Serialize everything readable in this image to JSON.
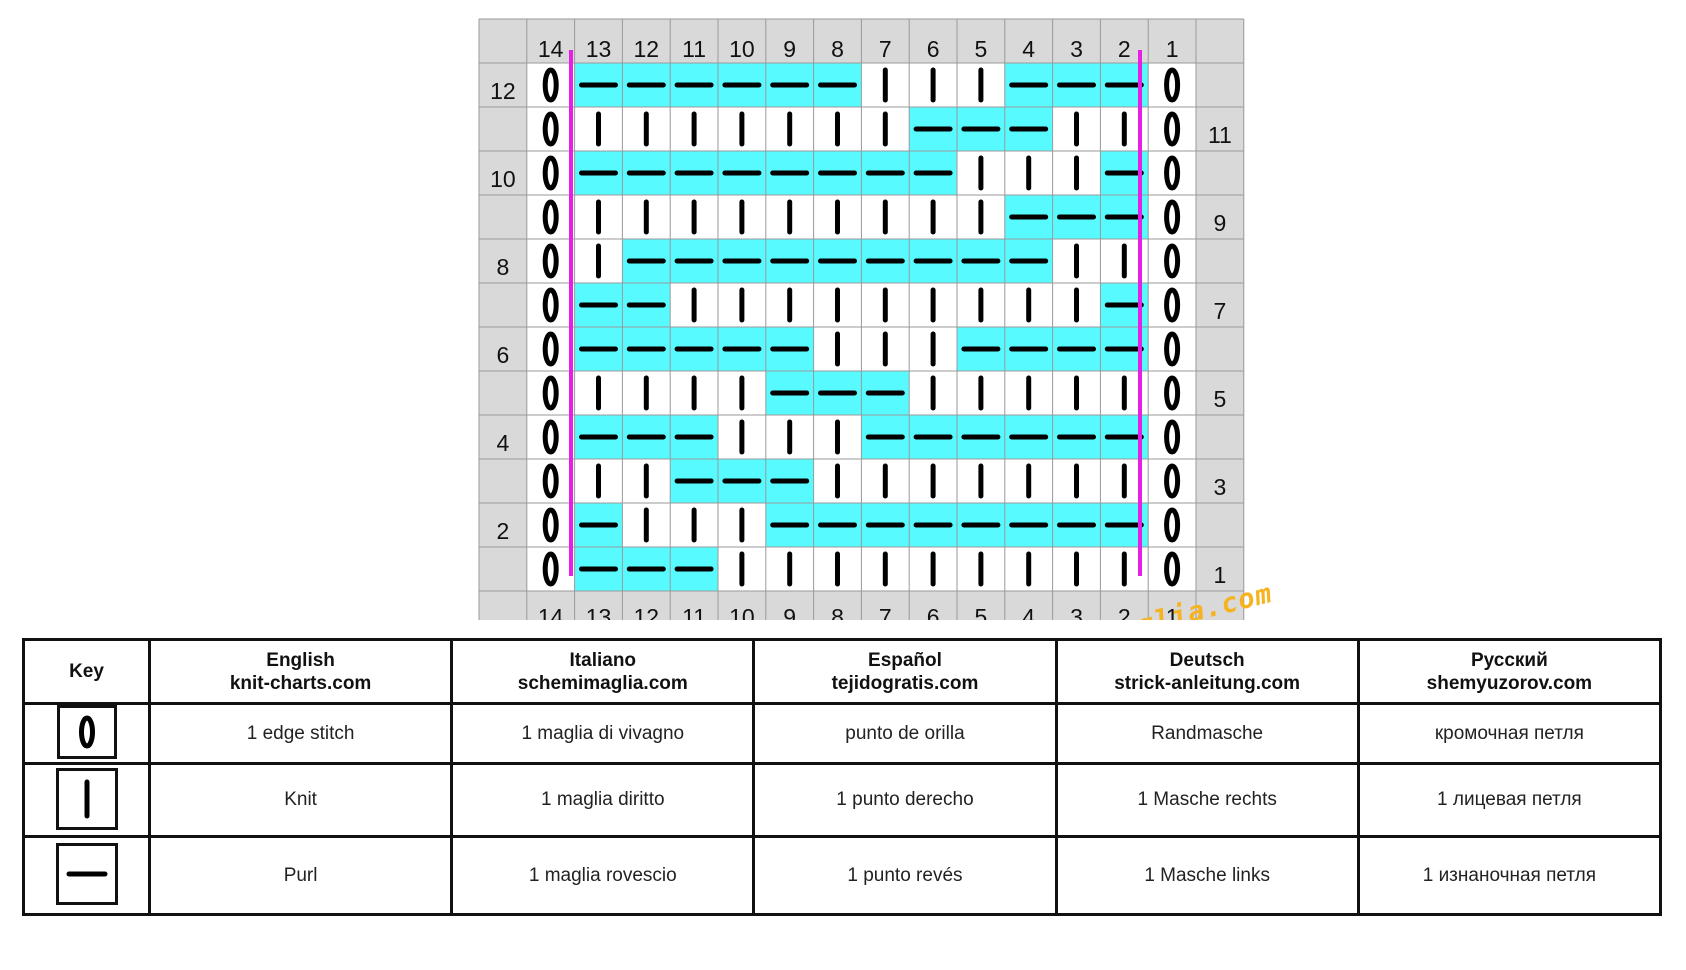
{
  "chart": {
    "col_numbers": [
      "14",
      "13",
      "12",
      "11",
      "10",
      "9",
      "8",
      "7",
      "6",
      "5",
      "4",
      "3",
      "2",
      "1"
    ],
    "left_row_labels": [
      "12",
      "",
      "10",
      "",
      "8",
      "",
      "6",
      "",
      "4",
      "",
      "2",
      ""
    ],
    "right_row_labels": [
      "",
      "11",
      "",
      "9",
      "",
      "7",
      "",
      "5",
      "",
      "3",
      "",
      "1"
    ],
    "rows_top_to_bottom": [
      "EPPPPPPKKKPPPE",
      "EKKKKKKKPPPKKE",
      "EPPPPPPPPKKKPE",
      "EKKKKKKKKKPPPE",
      "EKPPPPPPPPPKKE",
      "EPPKKKKKKKKKPE",
      "EPPPPPKKKPPPPE",
      "EKKKKPPPKKKKKE",
      "EPPPKKKPPPPPPE",
      "EKKPPPKKKKKKKE",
      "EPKKKPPPPPPPPE",
      "EPPPKKKKKKKKKE"
    ],
    "colors": {
      "purl_fill": "#57fbff",
      "knit_fill": "#ffffff",
      "header_fill": "#d9d9d9",
      "boundary_line": "#e61ee6"
    },
    "watermark": "schemimaglia.com"
  },
  "key_table": {
    "headers": [
      {
        "title": "Key",
        "site": ""
      },
      {
        "title": "English",
        "site": "knit-charts.com"
      },
      {
        "title": "Italiano",
        "site": "schemimaglia.com"
      },
      {
        "title": "Español",
        "site": "tejidogratis.com"
      },
      {
        "title": "Deutsch",
        "site": "strick-anleitung.com"
      },
      {
        "title": "Русский",
        "site": "shemyuzorov.com"
      }
    ],
    "rows": [
      {
        "icon": "edge-stitch-icon",
        "cells": [
          "1 edge stitch",
          "1 maglia di vivagno",
          "punto de orilla",
          "Randmasche",
          "кромочная петля"
        ]
      },
      {
        "icon": "knit-stitch-icon",
        "cells": [
          "Knit",
          "1 maglia diritto",
          "1 punto derecho",
          "1 Masche rechts",
          "1 лицевая петля"
        ]
      },
      {
        "icon": "purl-stitch-icon",
        "cells": [
          "Purl",
          "1 maglia rovescio",
          "1 punto revés",
          "1 Masche links",
          "1 изнаночная петля"
        ]
      }
    ]
  }
}
